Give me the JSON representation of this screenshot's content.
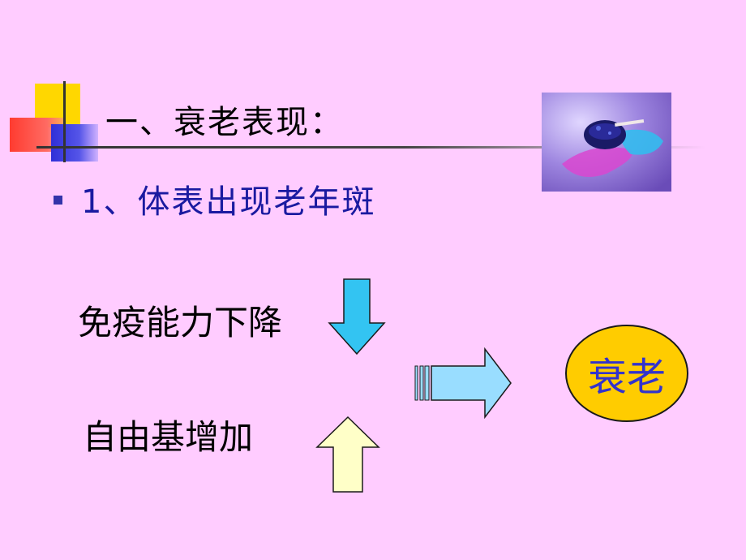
{
  "slide": {
    "title": "一、衰老表现：",
    "bullet": "1、体表出现老年斑",
    "factor_down": "免疫能力下降",
    "factor_up": "自由基增加",
    "result": "衰老"
  },
  "colors": {
    "background": "#FFCCFF",
    "bullet_text": "#1A1AA0",
    "down_arrow": "#33C4F2",
    "up_arrow": "#FFFFC8",
    "right_arrow": "#99DDFF",
    "result_fill": "#FFCC00",
    "result_text": "#3333CC"
  },
  "icons": {
    "decoration": "corner-squares",
    "photo": "ashtray-cigarette-photo",
    "down": "arrow-down-icon",
    "up": "arrow-up-icon",
    "right": "arrow-right-icon"
  }
}
